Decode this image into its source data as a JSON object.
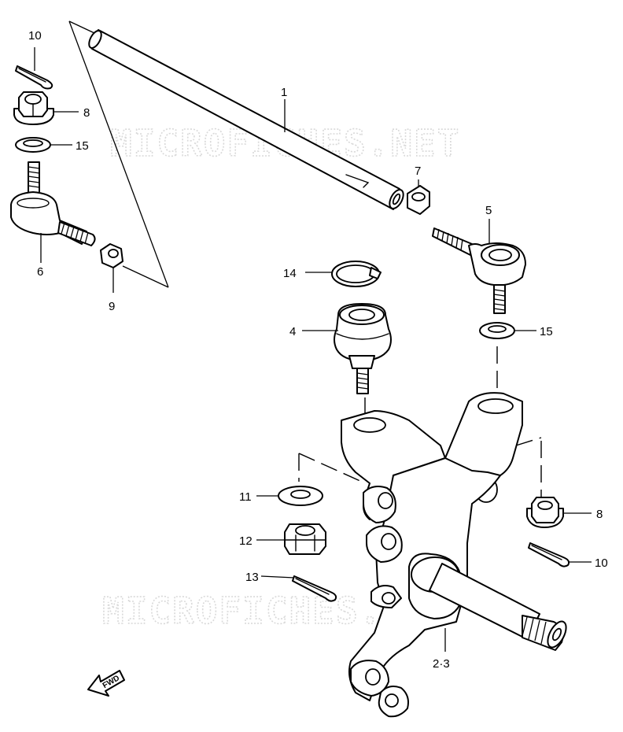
{
  "watermark": "MICROFICHES.NET",
  "callouts": {
    "c1": "1",
    "c23": "2·3",
    "c4": "4",
    "c5": "5",
    "c6": "6",
    "c7": "7",
    "c8_top": "8",
    "c8_bottom": "8",
    "c9": "9",
    "c10_top": "10",
    "c10_bottom": "10",
    "c11": "11",
    "c12": "12",
    "c13": "13",
    "c14": "14",
    "c15_left": "15",
    "c15_right": "15"
  },
  "fwd_label": "FWD"
}
